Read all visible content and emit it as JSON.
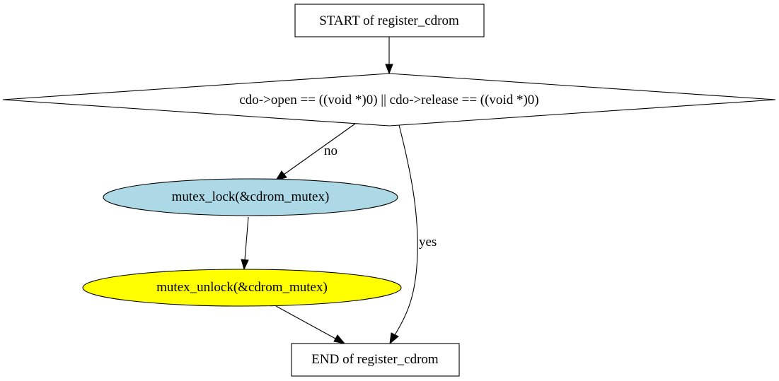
{
  "nodes": {
    "start": {
      "label": "START of register_cdrom"
    },
    "decision": {
      "label": "cdo->open == ((void *)0) || cdo->release == ((void *)0)"
    },
    "lock": {
      "label": "mutex_lock(&cdrom_mutex)",
      "fill": "#add8e6"
    },
    "unlock": {
      "label": "mutex_unlock(&cdrom_mutex)",
      "fill": "#ffff00"
    },
    "end": {
      "label": "END of register_cdrom"
    }
  },
  "edges": {
    "no": {
      "label": "no"
    },
    "yes": {
      "label": "yes"
    }
  },
  "colors": {
    "stroke": "#000000",
    "background": "#ffffff"
  }
}
